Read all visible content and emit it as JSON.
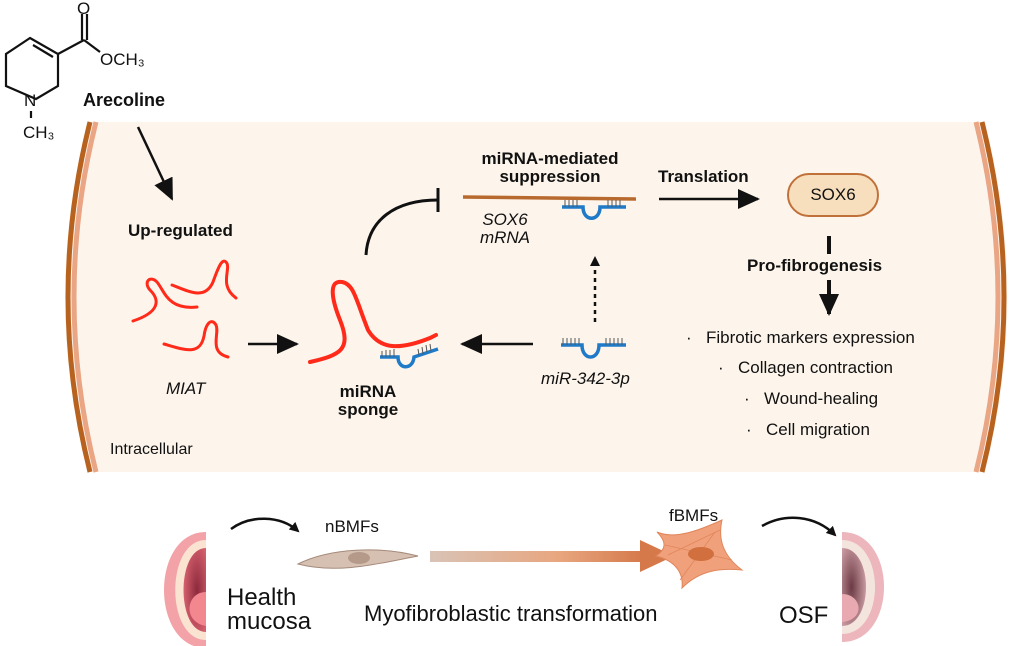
{
  "compound": {
    "name": "Arecoline",
    "ester_group": "OCH₃",
    "carbonyl_atom": "O",
    "nitrogen_atom": "N",
    "methyl_group": "CH₃"
  },
  "cell": {
    "region_label": "Intracellular",
    "upregulated_label": "Up-regulated",
    "lncrna_label": "MIAT",
    "sponge_label_line1": "miRNA",
    "sponge_label_line2": "sponge",
    "mirna_label": "miR-342-3p",
    "suppression_label_line1": "miRNA-mediated",
    "suppression_label_line2": "suppression",
    "mrna_label_line1": "SOX6",
    "mrna_label_line2": "mRNA",
    "translation_label": "Translation",
    "protein_label": "SOX6",
    "effect_label": "Pro-fibrogenesis",
    "outcomes": [
      "Fibrotic markers expression",
      "Collagen contraction",
      "Wound-healing",
      "Cell migration"
    ],
    "bullet": "·"
  },
  "bottom": {
    "start_tissue_line1": "Health",
    "start_tissue_line2": "mucosa",
    "normal_cell_label": "nBMFs",
    "fibrotic_cell_label": "fBMFs",
    "process_label": "Myofibroblastic transformation",
    "end_tissue_label": "OSF"
  },
  "colors": {
    "membrane_outer": "#b8621f",
    "membrane_inner": "#e9a584",
    "cytoplasm": "#fdf5ec",
    "lncrna": "#ff2a1a",
    "mirna": "#1f7ac8",
    "mrna": "#b8692e",
    "protein_fill": "#f7dfbe"
  }
}
